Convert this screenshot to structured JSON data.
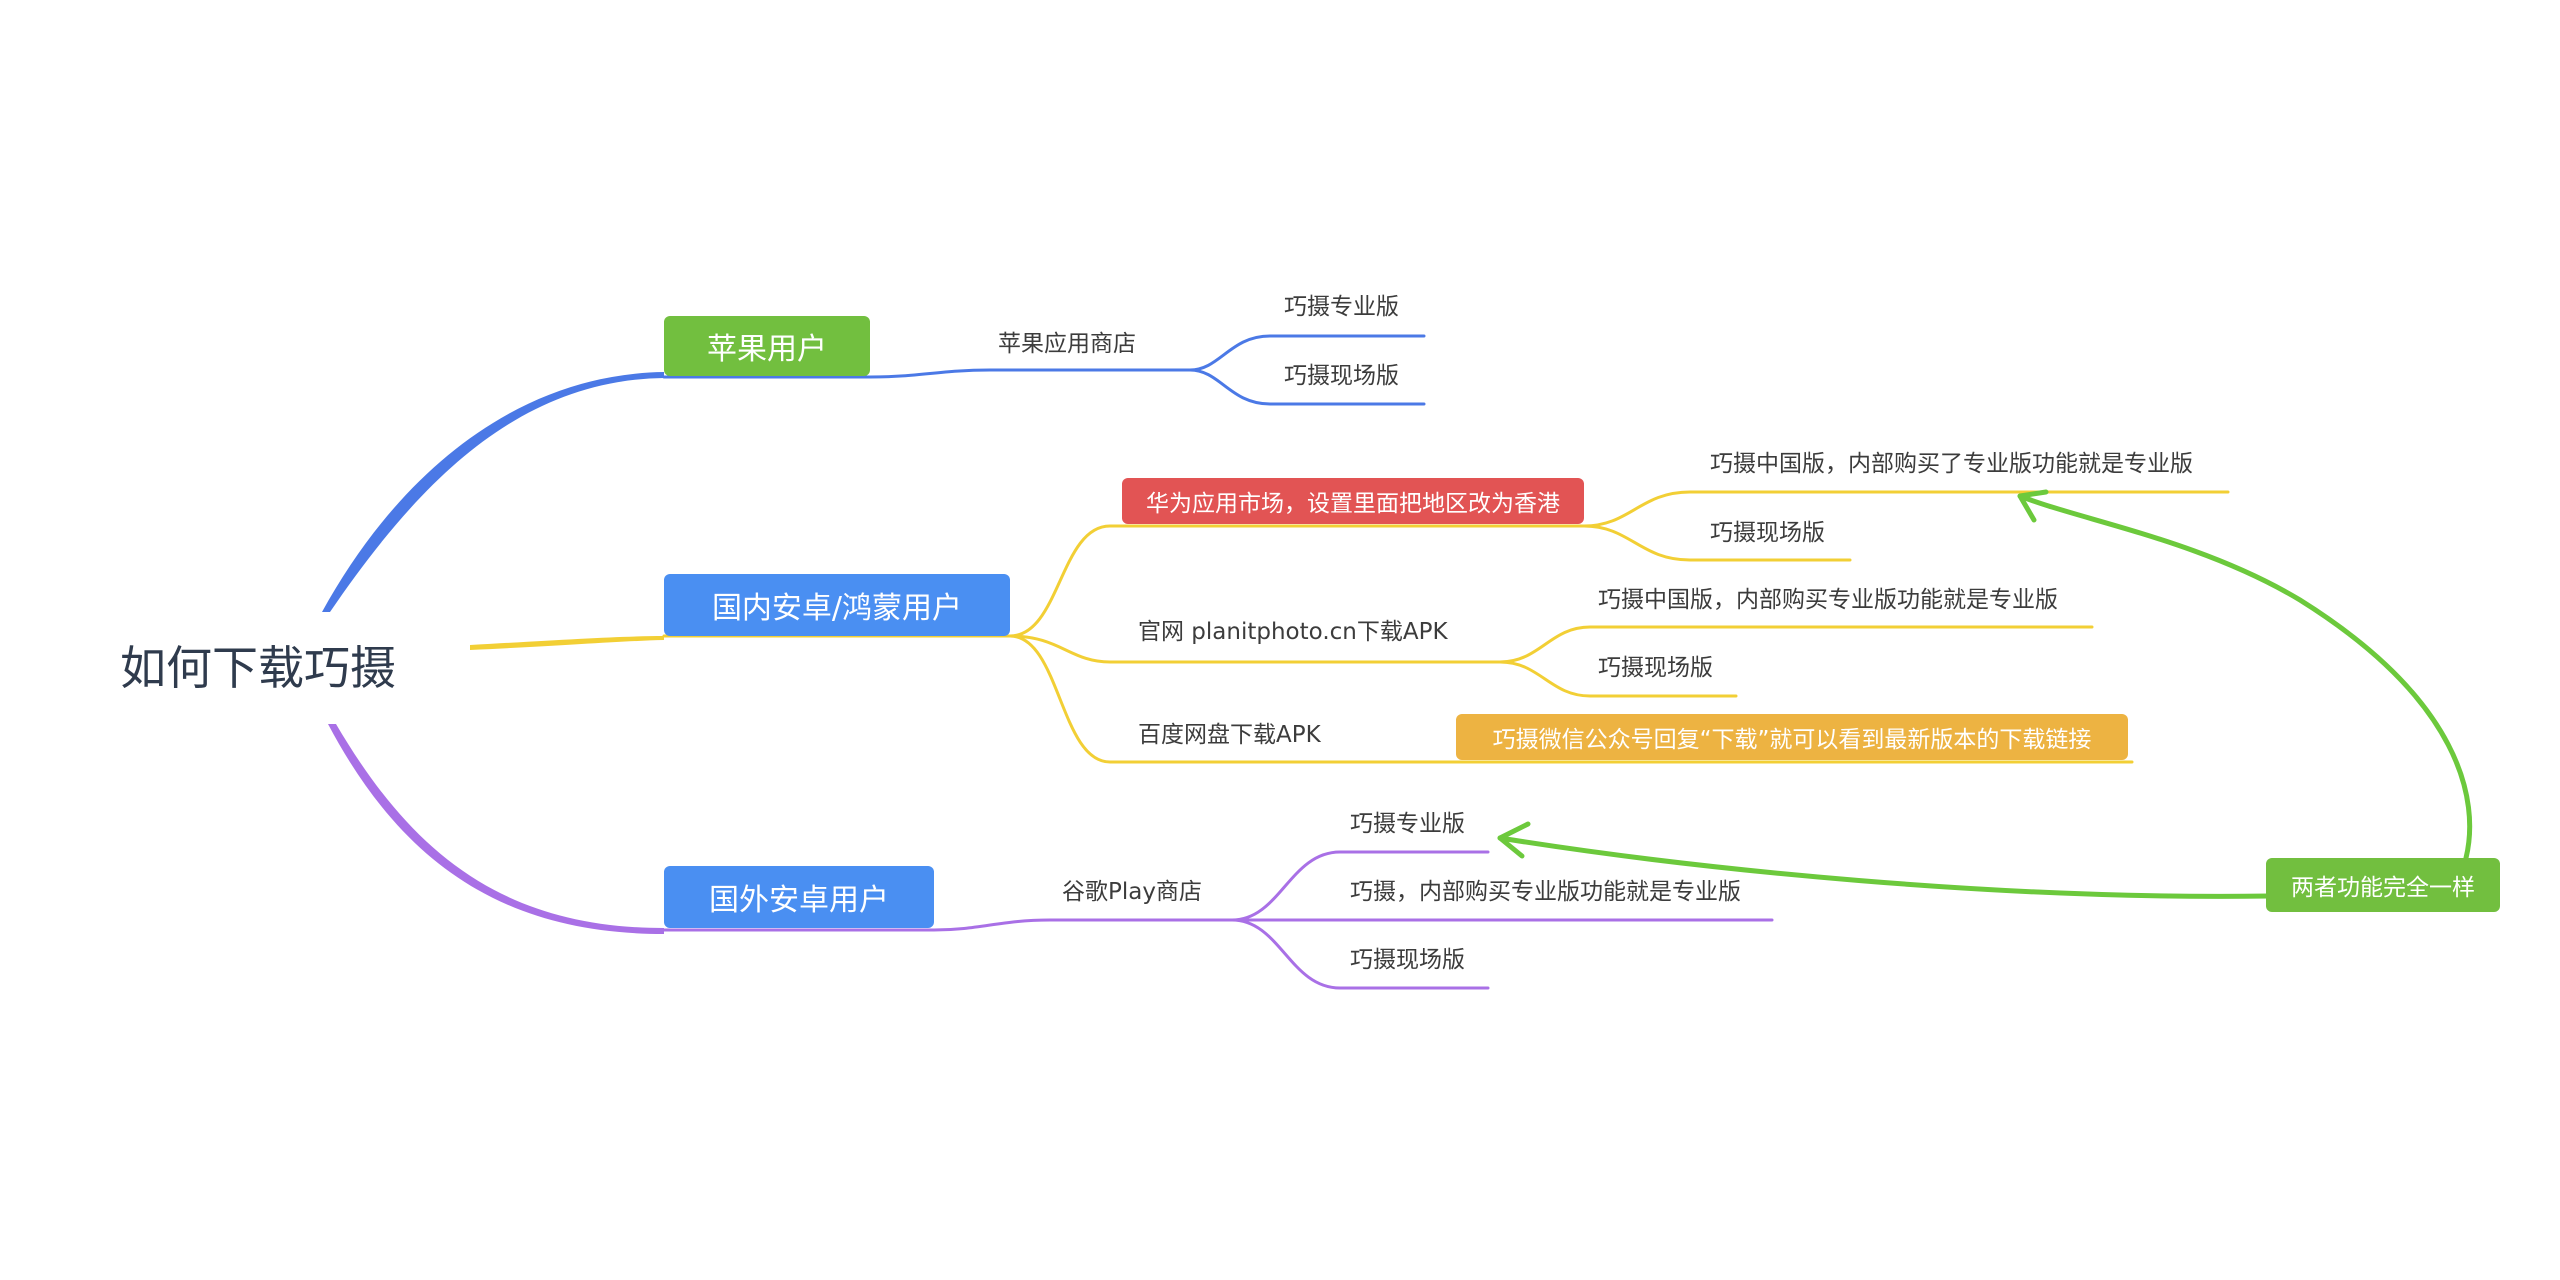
{
  "root": {
    "title": "如何下载巧摄"
  },
  "colors": {
    "apple": "#4b79e6",
    "domestic": "#f2cf35",
    "overseas": "#a970e6",
    "same": "#6cc93c",
    "box_green": "#72bf3f",
    "box_blue": "#4a8ff2",
    "box_red": "#e25454",
    "box_orange": "#edb342"
  },
  "branches": {
    "apple": {
      "label": "苹果用户",
      "store": "苹果应用商店",
      "items": [
        "巧摄专业版",
        "巧摄现场版"
      ]
    },
    "domestic": {
      "label": "国内安卓/鸿蒙用户",
      "huawei": {
        "label": "华为应用市场，设置里面把地区改为香港",
        "items": [
          "巧摄中国版，内部购买了专业版功能就是专业版",
          "巧摄现场版"
        ]
      },
      "website": {
        "label": "官网 planitphoto.cn下载APK",
        "items": [
          "巧摄中国版，内部购买专业版功能就是专业版",
          "巧摄现场版"
        ]
      },
      "baidu": {
        "label": "百度网盘下载APK",
        "note": "巧摄微信公众号回复“下载”就可以看到最新版本的下载链接"
      }
    },
    "overseas": {
      "label": "国外安卓用户",
      "store": "谷歌Play商店",
      "items": [
        "巧摄专业版",
        "巧摄，内部购买专业版功能就是专业版",
        "巧摄现场版"
      ]
    }
  },
  "relation": {
    "label": "两者功能完全一样"
  }
}
